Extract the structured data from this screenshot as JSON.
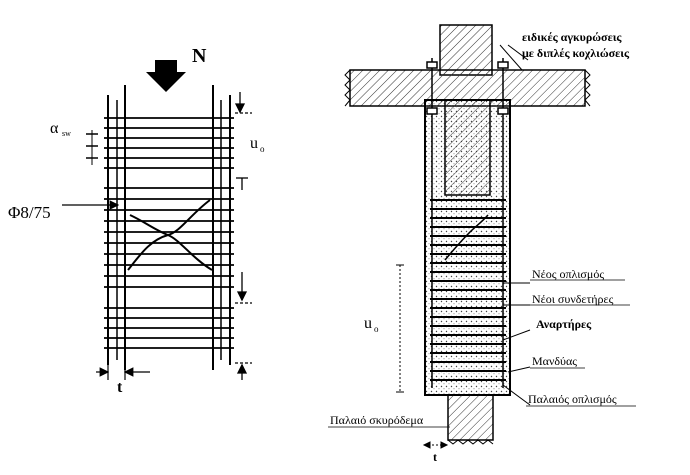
{
  "left_figure": {
    "load_label": "N",
    "spacing_label": "α",
    "spacing_subscript": "sw",
    "length_label": "u",
    "length_subscript": "o",
    "stirrup_label": "Φ8/75",
    "thickness_label": "t"
  },
  "right_figure": {
    "anchor_label_line1": "ειδικές αγκυρώσεις",
    "anchor_label_line2": "με διπλές κοχλιώσεις",
    "new_reinforcement": "Νέος οπλισμός",
    "new_stirrups": "Νέοι συνδετήρες",
    "hangers": "Αναρτήρες",
    "jacket": "Μανδύας",
    "old_reinforcement": "Παλαιός οπλισμός",
    "old_concrete": "Παλαιό σκυρόδεμα",
    "length_label": "u",
    "length_subscript": "o",
    "thickness_label": "t"
  }
}
